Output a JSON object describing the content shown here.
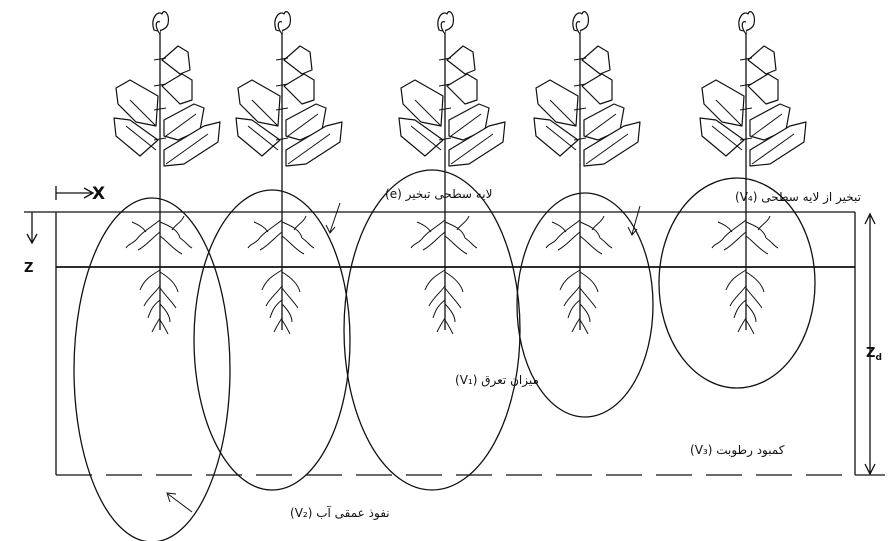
{
  "diagram": {
    "labels": {
      "x_axis": "X",
      "z_axis": "Z",
      "zd": "Z",
      "zd_sub": "d",
      "surface_evaporation_layer": "لایه سطحی تبخیر (e)",
      "evaporation_from_surface": "تبخیر از لایه سطحی (V₄)",
      "transpiration": "میزان تعرق (V₁)",
      "moisture_deficit": "کمبود رطوبت (V₃)",
      "deep_percolation": "نفوذ عمقی آب (V₂)"
    },
    "plant_count": 5
  }
}
